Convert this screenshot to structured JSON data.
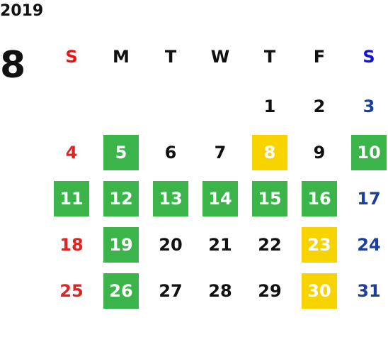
{
  "calendar": {
    "year": "2019",
    "month": "8",
    "weekdays": [
      "S",
      "M",
      "T",
      "W",
      "T",
      "F",
      "S"
    ],
    "colors": {
      "green": "#3bb54a",
      "yellow": "#f7d300",
      "sunday": "#e02424",
      "saturday": "#1a3f9c"
    },
    "weeks": [
      [
        "",
        "",
        "",
        "",
        "1",
        "2",
        "3"
      ],
      [
        "4",
        "5",
        "6",
        "7",
        "8",
        "9",
        "10"
      ],
      [
        "11",
        "12",
        "13",
        "14",
        "15",
        "16",
        "17"
      ],
      [
        "18",
        "19",
        "20",
        "21",
        "22",
        "23",
        "24"
      ],
      [
        "25",
        "26",
        "27",
        "28",
        "29",
        "30",
        "31"
      ]
    ],
    "highlight_green": [
      "5",
      "10",
      "11",
      "12",
      "13",
      "14",
      "15",
      "16",
      "19",
      "26"
    ],
    "highlight_yellow": [
      "8",
      "23",
      "30"
    ]
  }
}
